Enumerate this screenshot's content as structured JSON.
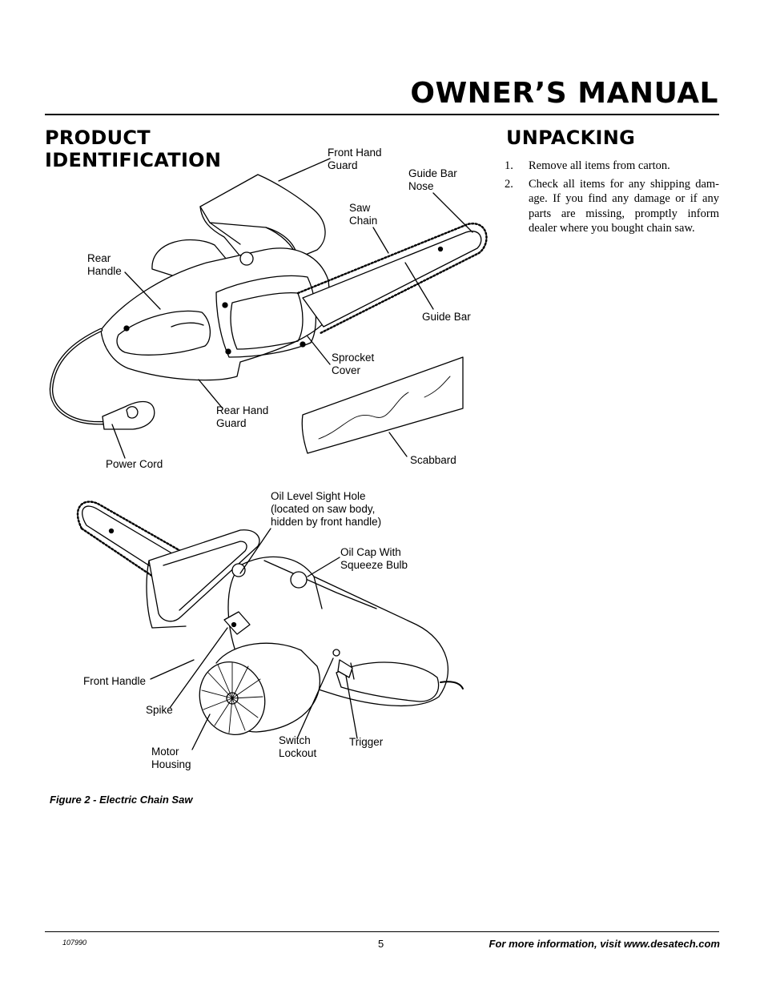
{
  "header": {
    "title": "OWNER’S MANUAL"
  },
  "left": {
    "heading_line1": "PRODUCT",
    "heading_line2": "IDENTIFICATION"
  },
  "right": {
    "heading": "UNPACKING",
    "steps": [
      {
        "num": "1.",
        "text": "Remove all items from carton."
      },
      {
        "num": "2.",
        "text": "Check all items for any shipping dam-age. If you find any damage or if any parts are missing, promptly inform dealer where you bought chain saw."
      }
    ]
  },
  "figure_top_labels": {
    "front_hand_guard": "Front Hand\nGuard",
    "guide_bar_nose": "Guide Bar\nNose",
    "saw_chain": "Saw\nChain",
    "rear_handle": "Rear\nHandle",
    "guide_bar": "Guide Bar",
    "sprocket_cover": "Sprocket\nCover",
    "rear_hand_guard": "Rear Hand\nGuard",
    "scabbard": "Scabbard",
    "power_cord": "Power Cord"
  },
  "figure_bottom_labels": {
    "oil_level": "Oil Level Sight Hole\n(located on saw body,\nhidden by front handle)",
    "oil_cap": "Oil Cap With\nSqueeze Bulb",
    "front_handle": "Front Handle",
    "spike": "Spike",
    "motor_housing": "Motor\nHousing",
    "switch_lockout": "Switch\nLockout",
    "trigger": "Trigger"
  },
  "figure_caption": "Figure 2 - Electric Chain Saw",
  "footer": {
    "code": "107990",
    "page": "5",
    "info": "For more information, visit www.desatech.com"
  }
}
